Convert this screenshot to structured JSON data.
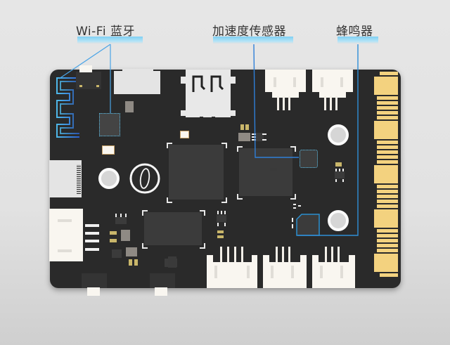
{
  "annotations": [
    {
      "id": "wifi-bluetooth",
      "label": "Wi-Fi 蓝牙"
    },
    {
      "id": "accelerometer",
      "label": "加速度传感器"
    },
    {
      "id": "buzzer",
      "label": "蜂鸣器"
    }
  ],
  "colors": {
    "background": "#e4e4e4",
    "board": "#2a2a2a",
    "highlight_blue": "#2f7fd8",
    "highlight_cyan": "#4fb8e8",
    "gold_finger": "#f3d27f",
    "connector_white": "#f9f6f0",
    "label_text": "#333333"
  },
  "board": {
    "name": "microcontroller development board",
    "logo_icon": "circular-logo-icon"
  }
}
